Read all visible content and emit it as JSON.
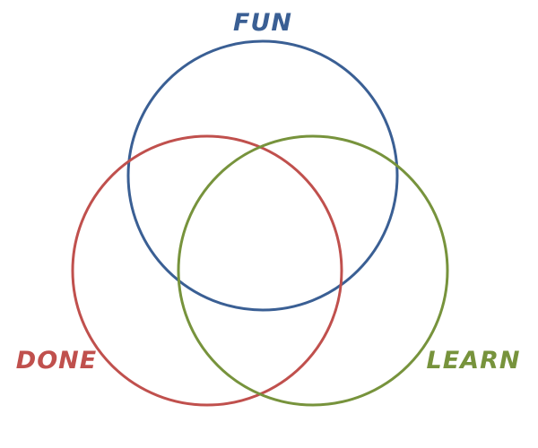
{
  "diagram": {
    "type": "venn",
    "sets": [
      {
        "key": "fun",
        "label": "FUN",
        "color": "#3a5f94"
      },
      {
        "key": "done",
        "label": "DONE",
        "color": "#c0504d"
      },
      {
        "key": "learn",
        "label": "LEARN",
        "color": "#77933c"
      }
    ]
  }
}
